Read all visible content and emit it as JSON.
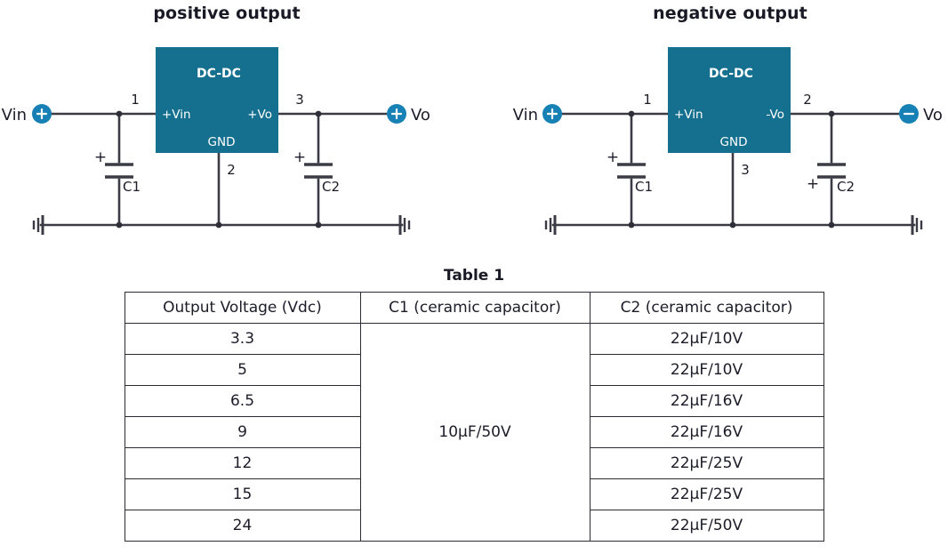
{
  "colors": {
    "ic_fill": "#15708F",
    "terminal": "#1780B4",
    "wire": "#3B3B45",
    "text": "#1C1C28",
    "table_border": "#2B2B33",
    "background": "#FFFFFF"
  },
  "circuits": [
    {
      "id": "positive",
      "title": "positive output",
      "ic_label": "DC-DC",
      "input_terminal": {
        "label": "Vin",
        "polarity": "+"
      },
      "output_terminal": {
        "label": "Vo",
        "polarity": "+"
      },
      "pins": [
        {
          "number": "1",
          "name": "+Vin"
        },
        {
          "number": "2",
          "name": "GND"
        },
        {
          "number": "3",
          "name": "+Vo"
        }
      ],
      "capacitors": [
        {
          "ref": "C1",
          "polarity_sign": "+",
          "polarity_position": "top"
        },
        {
          "ref": "C2",
          "polarity_sign": "+",
          "polarity_position": "top"
        }
      ]
    },
    {
      "id": "negative",
      "title": "negative output",
      "ic_label": "DC-DC",
      "input_terminal": {
        "label": "Vin",
        "polarity": "+"
      },
      "output_terminal": {
        "label": "Vo",
        "polarity": "−"
      },
      "pins": [
        {
          "number": "1",
          "name": "+Vin"
        },
        {
          "number": "2",
          "name": "-Vo"
        },
        {
          "number": "3",
          "name": "GND"
        }
      ],
      "capacitors": [
        {
          "ref": "C1",
          "polarity_sign": "+",
          "polarity_position": "top"
        },
        {
          "ref": "C2",
          "polarity_sign": "+",
          "polarity_position": "bottom"
        }
      ]
    }
  ],
  "table": {
    "caption": "Table 1",
    "headers": [
      "Output Voltage (Vdc)",
      "C1 (ceramic capacitor)",
      "C2 (ceramic capacitor)"
    ],
    "c1_value": "10µF/50V",
    "rows": [
      {
        "voltage": "3.3",
        "c2": "22µF/10V"
      },
      {
        "voltage": "5",
        "c2": "22µF/10V"
      },
      {
        "voltage": "6.5",
        "c2": "22µF/16V"
      },
      {
        "voltage": "9",
        "c2": "22µF/16V"
      },
      {
        "voltage": "12",
        "c2": "22µF/25V"
      },
      {
        "voltage": "15",
        "c2": "22µF/25V"
      },
      {
        "voltage": "24",
        "c2": "22µF/50V"
      }
    ]
  }
}
